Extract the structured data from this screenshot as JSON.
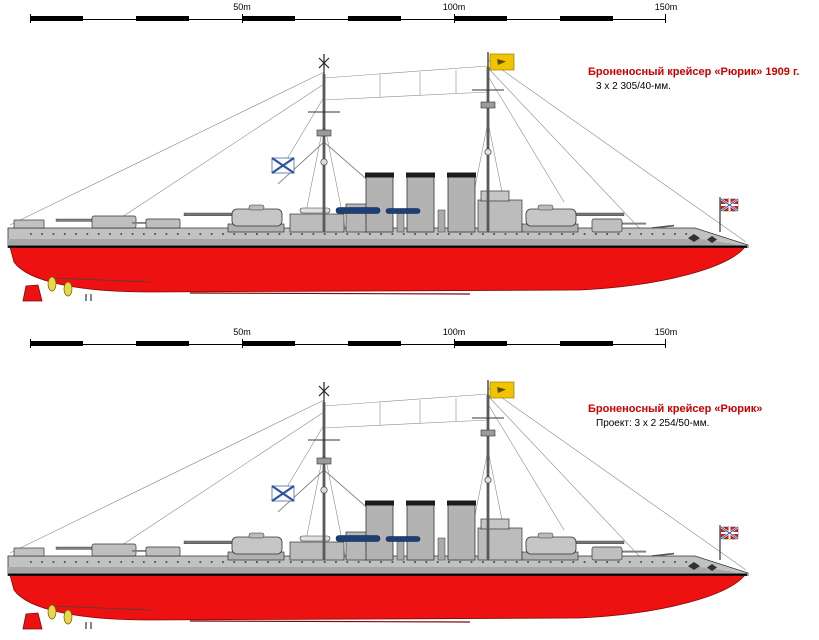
{
  "page": {
    "background": "#ffffff"
  },
  "colors": {
    "title_red": "#cc0000",
    "hull_grey": "#c2c2c2",
    "hull_red": "#ee1111",
    "waterline_black": "#000000",
    "flag_yellow": "#f2c400",
    "propeller_yellow": "#e6d84a",
    "boat_navy": "#1d3f78",
    "andreevsky_blue": "#2b53a0",
    "jack_red": "#c6231f"
  },
  "drawings": [
    {
      "id": "rurik-1909",
      "title": "Броненосный крейсер «Рюрик» 1909 г.",
      "subtitle": "3 х 2 305/40-мм.",
      "scale_labels": [
        "50m",
        "100m",
        "150m"
      ]
    },
    {
      "id": "rurik-project",
      "title": "Броненосный крейсер «Рюрик»",
      "subtitle": "Проект: 3 х 2 254/50-мм.",
      "scale_labels": [
        "50m",
        "100m",
        "150m"
      ]
    }
  ]
}
